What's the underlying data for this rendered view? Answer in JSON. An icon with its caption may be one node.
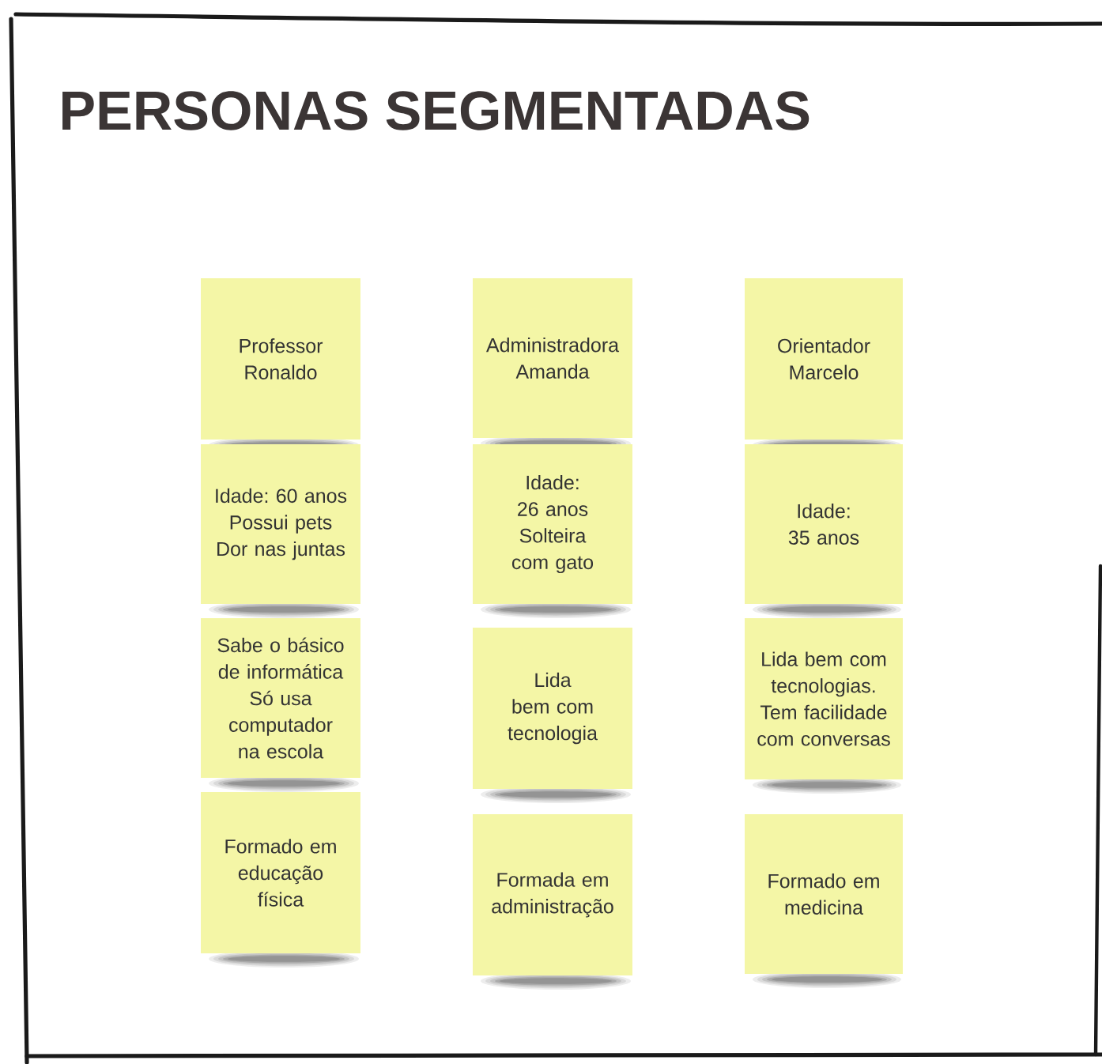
{
  "diagram": {
    "title": "PERSONAS SEGMENTADAS",
    "nodes": [
      {
        "text": [
          "Professor Ronaldo"
        ]
      },
      {
        "text": [
          "Administradora Amanda"
        ]
      },
      {
        "text": [
          "Orientador Marcelo"
        ]
      },
      {
        "text": [
          "Idade: 60 anos Possui pets Dor nas juntas"
        ]
      },
      {
        "text": [
          "Idade: 26 anos Solteira com gato"
        ]
      },
      {
        "text": [
          "Idade: 35 anos"
        ]
      },
      {
        "text": [
          "Sabe o básico de informática Só usa computador na escola"
        ]
      },
      {
        "text": [
          "Lida bem com tecnologia"
        ]
      },
      {
        "text": [
          "Lida bem com tecnologias. Tem facilidade com conversas"
        ]
      },
      {
        "text": [
          "Formado em educação física"
        ]
      },
      {
        "text": [
          "Formada em administração"
        ]
      },
      {
        "text": [
          "Formado em medicina"
        ]
      }
    ]
  }
}
